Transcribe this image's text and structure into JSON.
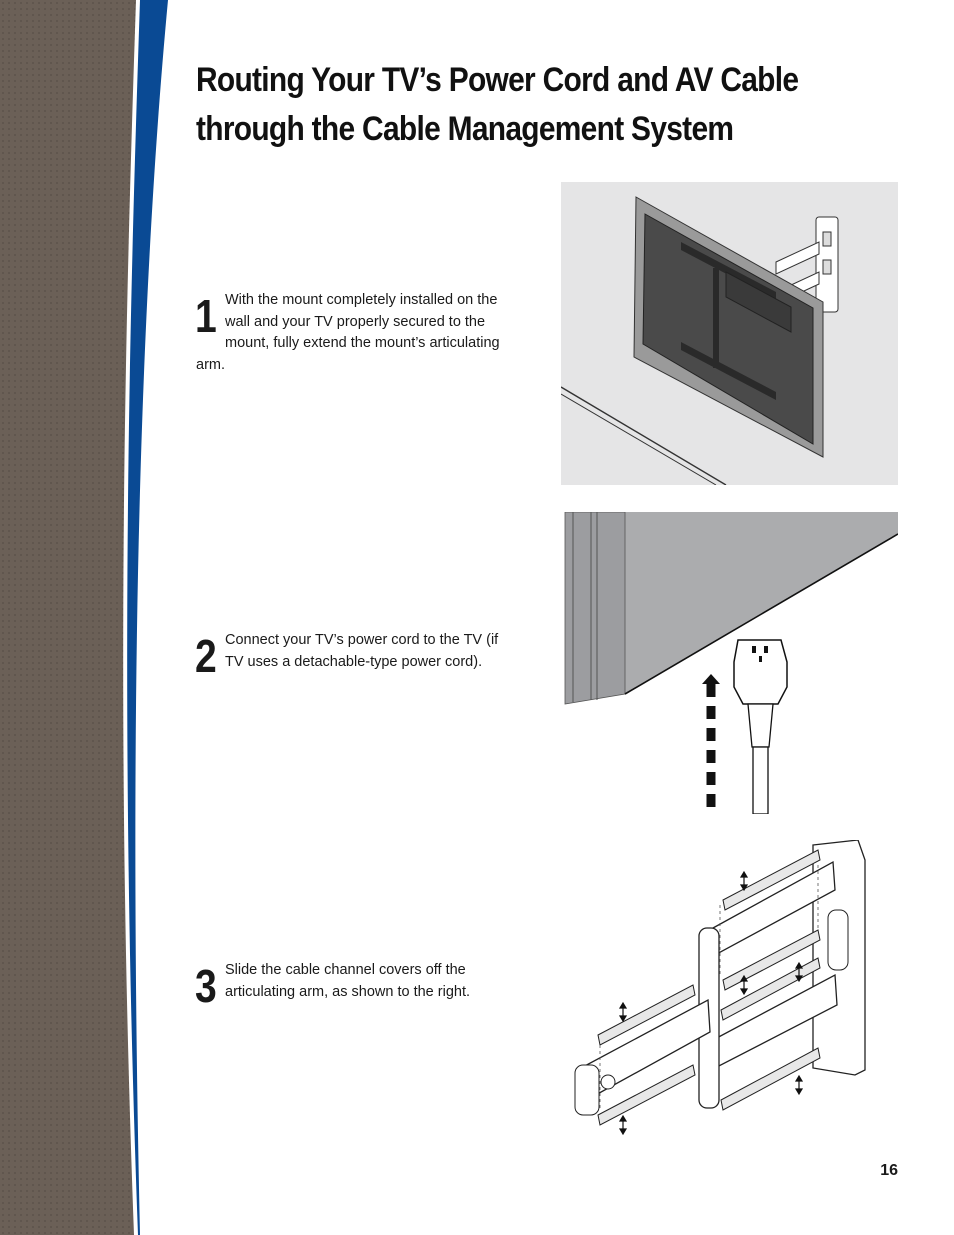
{
  "page": {
    "title_line1": "Routing Your TV’s Power Cord and AV Cable",
    "title_line2": "through the Cable Management System",
    "page_number": "16"
  },
  "steps": [
    {
      "number": "1",
      "text": "With the mount completely installed on the wall and your TV properly secured to the mount, fully extend the mount’s articulating arm."
    },
    {
      "number": "2",
      "text": "Connect your TV’s power cord to the TV (if TV uses a detachable-type power cord)."
    },
    {
      "number": "3",
      "text": "Slide the cable channel covers off the articulating arm, as shown to the right."
    }
  ],
  "colors": {
    "sidebar_brown": "#6b6057",
    "sidebar_blue": "#0a4a94",
    "figure_wall": "#e5e5e6",
    "tv_bezel": "#9a9a9a",
    "tv_screen": "#4a4a4a"
  }
}
